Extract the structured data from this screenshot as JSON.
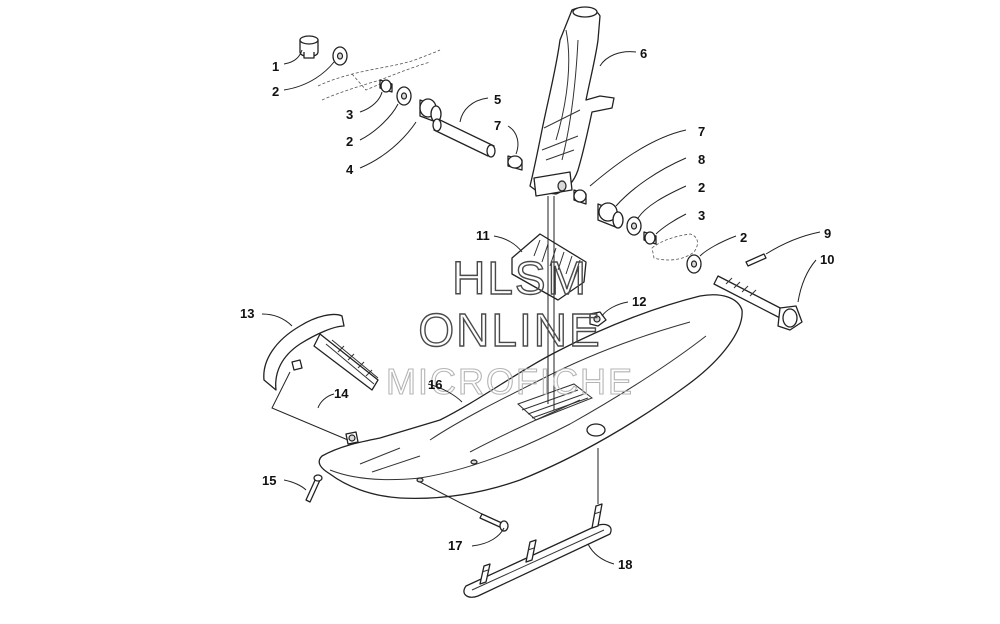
{
  "watermark": {
    "line1": "HLSM",
    "line2": "ONLINE",
    "line3": "MICROFICHE"
  },
  "callouts": [
    {
      "id": "c1",
      "label": "1"
    },
    {
      "id": "c2a",
      "label": "2"
    },
    {
      "id": "c3a",
      "label": "3"
    },
    {
      "id": "c2b",
      "label": "2"
    },
    {
      "id": "c4",
      "label": "4"
    },
    {
      "id": "c5",
      "label": "5"
    },
    {
      "id": "c7a",
      "label": "7"
    },
    {
      "id": "c6",
      "label": "6"
    },
    {
      "id": "c7b",
      "label": "7"
    },
    {
      "id": "c8",
      "label": "8"
    },
    {
      "id": "c2c",
      "label": "2"
    },
    {
      "id": "c3b",
      "label": "3"
    },
    {
      "id": "c2d",
      "label": "2"
    },
    {
      "id": "c9",
      "label": "9"
    },
    {
      "id": "c10",
      "label": "10"
    },
    {
      "id": "c11",
      "label": "11"
    },
    {
      "id": "c12",
      "label": "12"
    },
    {
      "id": "c13",
      "label": "13"
    },
    {
      "id": "c14",
      "label": "14"
    },
    {
      "id": "c16",
      "label": "16"
    },
    {
      "id": "c15",
      "label": "15"
    },
    {
      "id": "c17",
      "label": "17"
    },
    {
      "id": "c18",
      "label": "18"
    }
  ]
}
